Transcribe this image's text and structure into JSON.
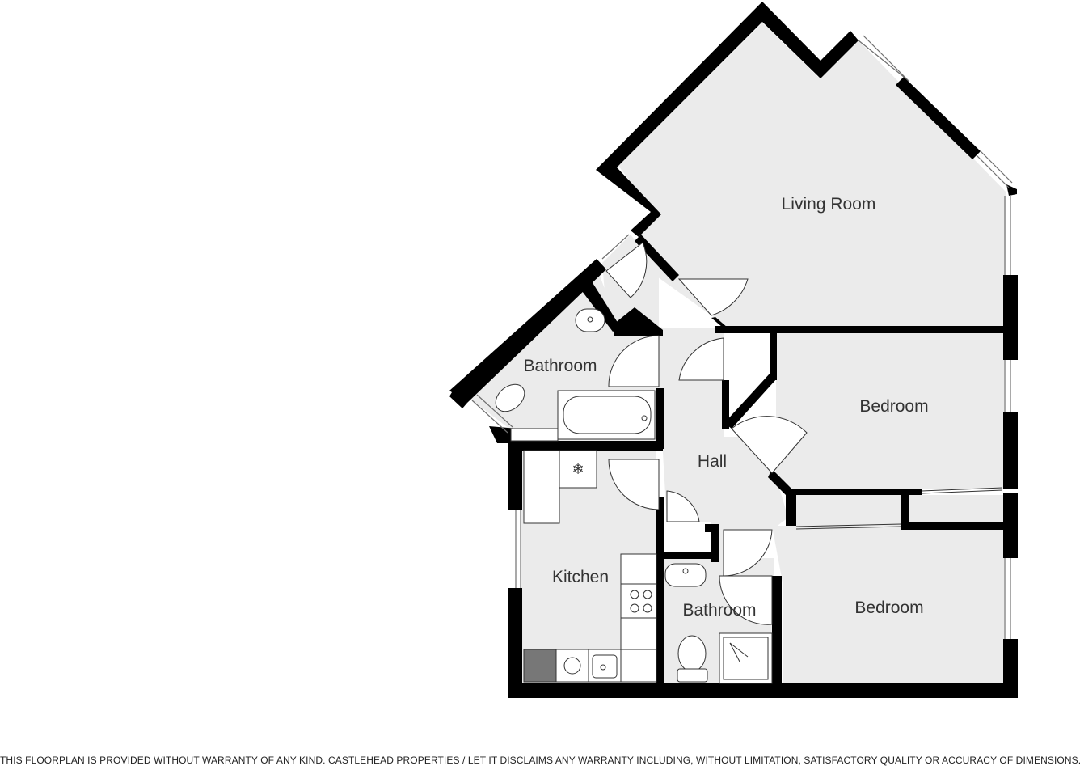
{
  "floorplan": {
    "rooms": {
      "living_room": "Living Room",
      "bedroom_1": "Bedroom",
      "bedroom_2": "Bedroom",
      "hall": "Hall",
      "bathroom_1": "Bathroom",
      "bathroom_2": "Bathroom",
      "kitchen": "Kitchen"
    },
    "disclaimer": "THIS FLOORPLAN IS PROVIDED WITHOUT WARRANTY OF ANY KIND. CASTLEHEAD PROPERTIES / LET IT DISCLAIMS ANY WARRANTY INCLUDING, WITHOUT LIMITATION, SATISFACTORY QUALITY OR ACCURACY OF DIMENSIONS."
  },
  "colors": {
    "wall": "#000000",
    "room_fill": "#ebebeb",
    "label_text": "#333333"
  }
}
